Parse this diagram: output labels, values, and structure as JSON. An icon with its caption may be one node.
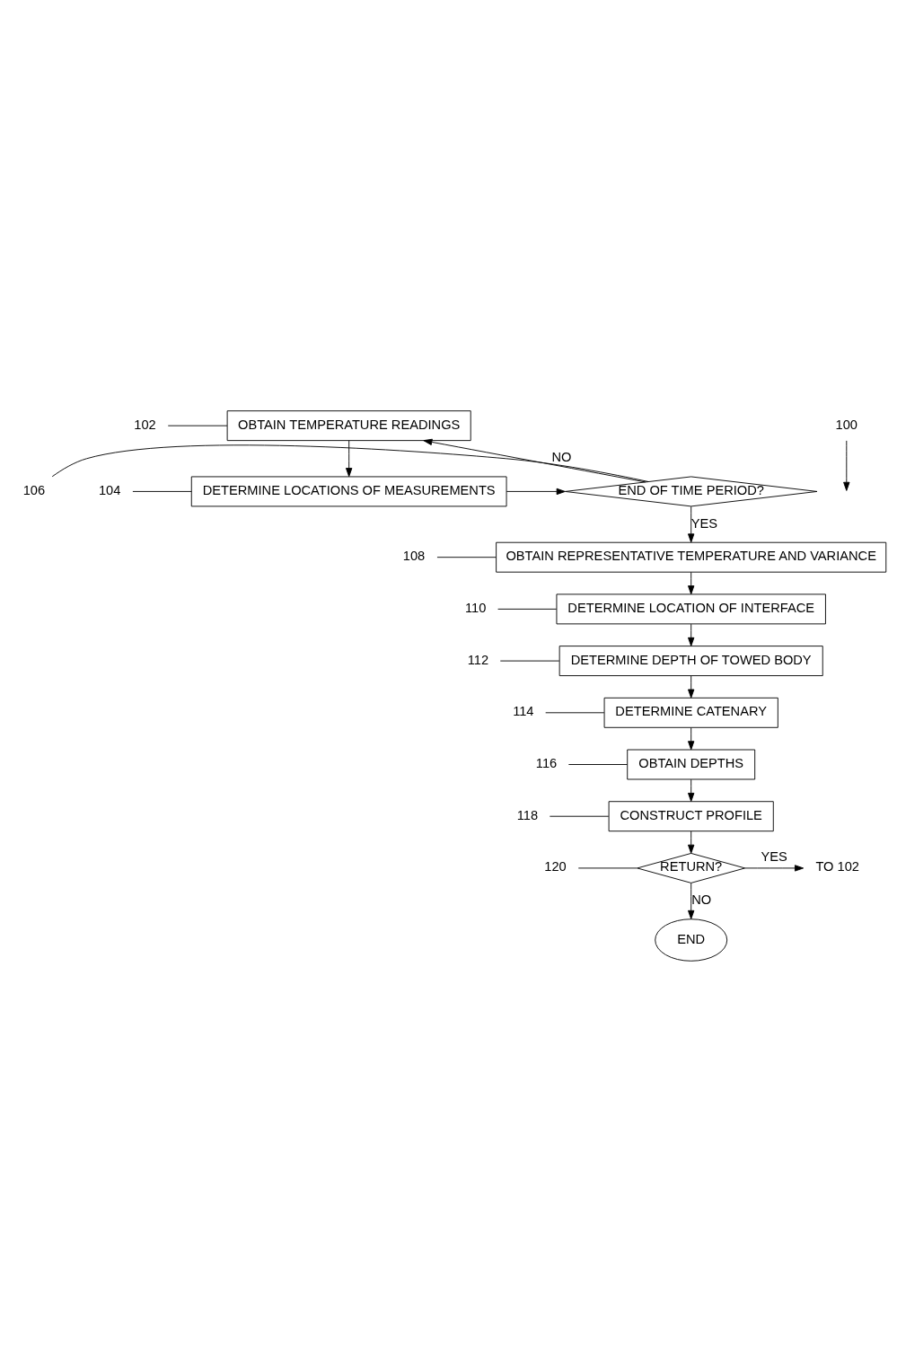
{
  "diagram": {
    "nodes": [
      {
        "text": [
          "OBTAIN TEMPERATURE READINGS"
        ]
      },
      {
        "text": [
          "DETERMINE LOCATIONS OF MEASUREMENTS"
        ]
      },
      {
        "text": [
          "END OF TIME PERIOD?"
        ]
      },
      {
        "text": [
          "OBTAIN REPRESENTATIVE TEMPERATURE AND VARIANCE"
        ]
      },
      {
        "text": [
          "DETERMINE LOCATION OF INTERFACE"
        ]
      },
      {
        "text": [
          "DETERMINE DEPTH OF TOWED BODY"
        ]
      },
      {
        "text": [
          "DETERMINE CATENARY"
        ]
      },
      {
        "text": [
          "OBTAIN DEPTHS"
        ]
      },
      {
        "text": [
          "CONSTRUCT PROFILE"
        ]
      },
      {
        "text": [
          "RETURN?"
        ]
      },
      {
        "text": [
          "TO 102"
        ]
      },
      {
        "text": [
          "END"
        ]
      },
      {
        "text": [
          "102"
        ]
      },
      {
        "text": [
          "104"
        ]
      },
      {
        "text": [
          "106"
        ]
      },
      {
        "text": [
          "108"
        ]
      },
      {
        "text": [
          "110"
        ]
      },
      {
        "text": [
          "112"
        ]
      },
      {
        "text": [
          "114"
        ]
      },
      {
        "text": [
          "116"
        ]
      },
      {
        "text": [
          "118"
        ]
      },
      {
        "text": [
          "120"
        ]
      },
      {
        "text": [
          "100"
        ]
      }
    ],
    "edges": [
      {
        "from": 0,
        "to": 1,
        "arrow": "to"
      },
      {
        "from": 1,
        "to": 2,
        "arrow": "to"
      },
      {
        "from": 2,
        "to": 0,
        "arrow": "to",
        "label": "NO"
      },
      {
        "from": 2,
        "to": 3,
        "arrow": "to",
        "label": "YES"
      },
      {
        "from": 3,
        "to": 4,
        "arrow": "to"
      },
      {
        "from": 4,
        "to": 5,
        "arrow": "to"
      },
      {
        "from": 5,
        "to": 6,
        "arrow": "to"
      },
      {
        "from": 6,
        "to": 7,
        "arrow": "to"
      },
      {
        "from": 7,
        "to": 8,
        "arrow": "to"
      },
      {
        "from": 8,
        "to": 9,
        "arrow": "to"
      },
      {
        "from": 9,
        "to": 10,
        "arrow": "to",
        "label": "YES"
      },
      {
        "from": 9,
        "to": 11,
        "arrow": "to",
        "label": "NO"
      },
      {
        "from": 12,
        "to": 0,
        "arrow": "none"
      },
      {
        "from": 13,
        "to": 1,
        "arrow": "none"
      },
      {
        "from": 14,
        "to": 2,
        "arrow": "none"
      },
      {
        "from": 15,
        "to": 3,
        "arrow": "none"
      },
      {
        "from": 16,
        "to": 4,
        "arrow": "none"
      },
      {
        "from": 17,
        "to": 5,
        "arrow": "none"
      },
      {
        "from": 18,
        "to": 6,
        "arrow": "none"
      },
      {
        "from": 19,
        "to": 7,
        "arrow": "none"
      },
      {
        "from": 20,
        "to": 8,
        "arrow": "none"
      },
      {
        "from": 21,
        "to": 9,
        "arrow": "none"
      },
      {
        "from": 22,
        "to": null,
        "arrow": "to"
      }
    ]
  }
}
